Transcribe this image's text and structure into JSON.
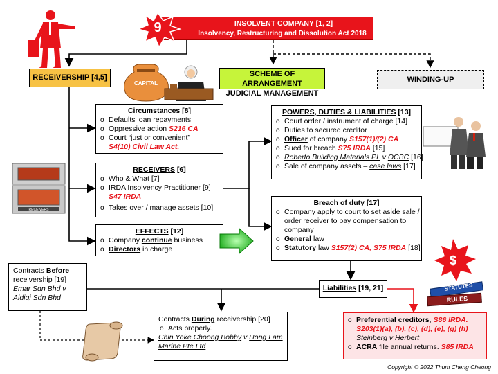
{
  "title": {
    "number": "9",
    "line1": "INSOLVENT COMPANY [1, 2]",
    "line2": "Insolvency, Restructuring and Dissolution Act 2018"
  },
  "receivership": "RECEIVERSHIP [4,5]",
  "scheme": {
    "line1": "SCHEME OF ARRANGEMENT",
    "line2": "JUDICIAL MANAGEMENT"
  },
  "winding_up": "WINDING-UP",
  "capital_bag": "CAPITAL",
  "circumstances": {
    "heading": "Circumstances",
    "ref": " [8]",
    "items": [
      "Defaults loan repayments",
      "Oppressive action ",
      "Court “just or convenient”"
    ],
    "law_216": "S216 CA",
    "law_s4": "S4(10) Civil Law Act."
  },
  "receivers": {
    "heading": "RECEIVERS",
    "ref": " [6]",
    "items": [
      "Who & What [7]",
      "IRDA Insolvency Practitioner [9]",
      "Takes over / manage assets [10]"
    ],
    "law": "S47 IRDA"
  },
  "effects": {
    "heading": "EFFECTS",
    "ref": " [12]",
    "item1_pre": "Company ",
    "item1_key": "continue",
    "item1_post": " business",
    "item2_key": "Directors",
    "item2_post": " in charge"
  },
  "powers": {
    "heading": "POWERS, DUTIES & LIABILITIES",
    "ref": " [13]",
    "i1": "Court order / instrument of charge [14]",
    "i2": "Duties to secured creditor",
    "i3_key": "Officer",
    "i3_post": " of company ",
    "i3_law": "S157(1)/(2) CA",
    "i4_pre": "Sued for breach ",
    "i4_law": "S75 IRDA",
    "i4_post": " [15]",
    "i5_a": "Roberto Building Materials PL",
    "i5_v": " v ",
    "i5_b": "OCBC",
    "i5_post": " [16]",
    "i6_pre": "Sale of company assets – ",
    "i6_case": "case laws",
    "i6_post": " [17]"
  },
  "breach": {
    "heading": "Breach of duty",
    "ref": " [17]",
    "i1_l1": "Company apply to court to set aside sale /",
    "i1_l2": "order receiver to pay compensation to",
    "i1_l3": "company",
    "i2_key": "General",
    "i2_post": " law",
    "i3_key": "Statutory",
    "i3_post": " law ",
    "i3_law": "S157(2) CA, S75 IRDA",
    "i3_ref": " [18]"
  },
  "liabilities": {
    "heading": "Liabilities",
    "ref": " [19, 21]"
  },
  "contracts_before": {
    "pre": "Contracts ",
    "key": "Before",
    "l2": "receivership [19]",
    "case_a": "Emar Sdn Bhd",
    "case_v": " v",
    "case_b": "Aidiqi Sdn Bhd"
  },
  "contracts_during": {
    "pre": "Contracts ",
    "key": "During",
    "post": " receivership [20]",
    "item": "Acts properly.",
    "case_a": "Chin Yoke Choong Bobby",
    "case_v": " v ",
    "case_b": "Hong Lam",
    "case_b2": "Marine Pte Ltd"
  },
  "preferential": {
    "i1_key": "Preferential creditors",
    "i1_post": ", ",
    "i1_law": "S86 IRDA.",
    "law2": "S203(1)(a), (b), (c), (d), (e), (g) (h)",
    "case_a": "Steinberg",
    "case_v": " v ",
    "case_b": "Herbert",
    "i2_key": "ACRA",
    "i2_post": " file annual returns. ",
    "i2_law": "S85 IRDA"
  },
  "badge": {
    "symbol": "$",
    "statutes": "STATUTES",
    "rules": "RULES"
  },
  "oven_label": "RECEIVERS",
  "copyright": "Copyright © 2022 Thum Cheng Cheong",
  "colors": {
    "title_red": "#e8141b",
    "receivership_orange": "#f7c244",
    "scheme_green": "#c6f43a",
    "pref_bg": "#fde4e6",
    "law_red": "#e8141b"
  }
}
